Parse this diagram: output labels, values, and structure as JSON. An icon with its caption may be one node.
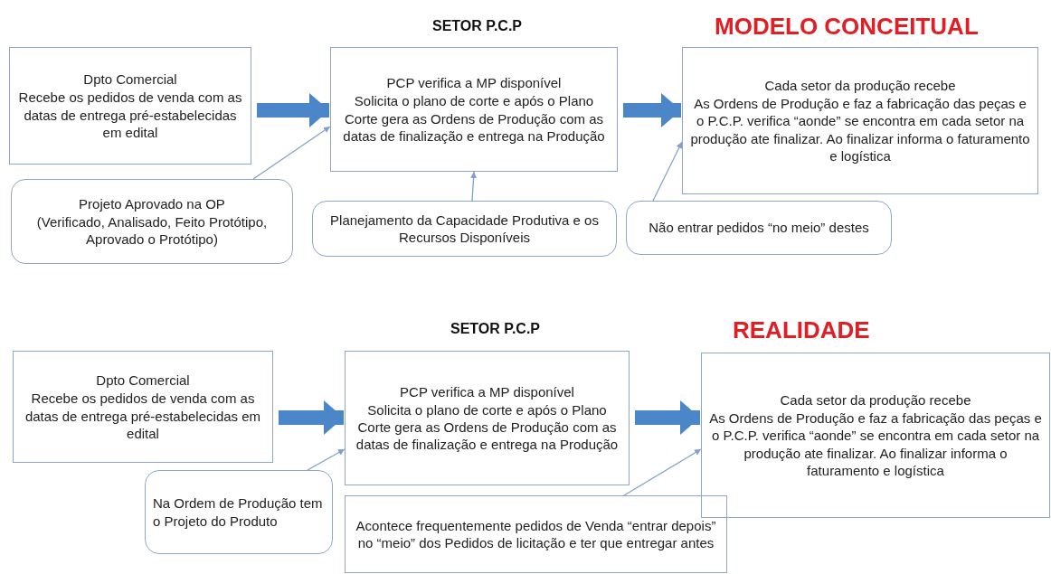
{
  "diagram": {
    "nodes": [
      {
        "text": [
          "Dpto Comercial",
          "Recebe os pedidos de venda com as datas de entrega pré-estabelecidas em edital"
        ]
      },
      {
        "text": [
          "PCP verifica a MP disponível",
          "Solicita o plano de corte e após o Plano Corte gera as Ordens de Produção com as datas de finalização e entrega na Produção"
        ]
      },
      {
        "text": [
          "Cada setor da produção recebe",
          "As Ordens de Produção e faz a fabricação das peças e o P.C.P. verifica “aonde” se encontra em cada setor na produção ate finalizar. Ao finalizar informa o faturamento e logística"
        ]
      },
      {
        "text": [
          "Projeto Aprovado na OP",
          "(Verificado, Analisado, Feito Protótipo, Aprovado o Protótipo)"
        ]
      },
      {
        "text": [
          "Planejamento da Capacidade Produtiva e os Recursos Disponíveis"
        ]
      },
      {
        "text": [
          "Não entrar pedidos “no meio” destes"
        ]
      },
      {
        "text": [
          "Dpto Comercial",
          "Recebe os pedidos de venda com as datas de entrega pré-estabelecidas em edital"
        ]
      },
      {
        "text": [
          "PCP verifica a MP disponível",
          "Solicita o plano de corte e após o Plano Corte gera as Ordens de Produção com as datas de finalização e entrega na Produção"
        ]
      },
      {
        "text": [
          "Cada setor da produção recebe",
          "As Ordens de Produção e faz a fabricação das peças e o P.C.P. verifica “aonde” se encontra em cada setor na produção ate finalizar. Ao finalizar informa o faturamento e logística"
        ]
      },
      {
        "text": [
          "Na Ordem de Produção tem o Projeto do Produto"
        ]
      },
      {
        "text": [
          "Acontece frequentemente pedidos de Venda “entrar depois” no “meio” dos Pedidos de licitação e ter que entregar antes"
        ]
      }
    ],
    "edges": [
      {
        "from": 0,
        "to": 1,
        "arrow": "to",
        "style": "thick",
        "color": "#4a86c8"
      },
      {
        "from": 1,
        "to": 2,
        "arrow": "to",
        "style": "thick",
        "color": "#4a86c8"
      },
      {
        "from": 3,
        "to": 1,
        "arrow": "to"
      },
      {
        "from": 4,
        "to": 1,
        "arrow": "to"
      },
      {
        "from": 5,
        "to": 2,
        "arrow": "to"
      },
      {
        "from": 6,
        "to": 7,
        "arrow": "to",
        "style": "thick",
        "color": "#4a86c8"
      },
      {
        "from": 7,
        "to": 8,
        "arrow": "to",
        "style": "thick",
        "color": "#4a86c8"
      },
      {
        "from": 9,
        "to": 7,
        "arrow": "to"
      },
      {
        "from": 10,
        "to": 8,
        "arrow": "to"
      }
    ],
    "labels": [
      "SETOR P.C.P",
      "MODELO CONCEITUAL",
      "SETOR P.C.P",
      "REALIDADE"
    ]
  }
}
